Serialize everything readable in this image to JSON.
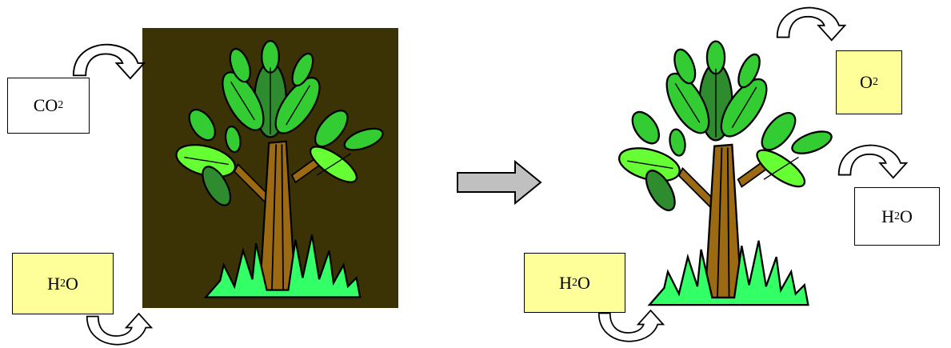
{
  "colors": {
    "dark_background": "#3b3306",
    "leaf_dark": "#2e8b2e",
    "leaf_light": "#33cc33",
    "leaf_bright": "#66ff33",
    "trunk": "#9b6a13",
    "grass": "#33ff66",
    "highlight_box": "#ffff99",
    "gray_arrow": "#c0c0c0"
  },
  "left_panel": {
    "co2_label": {
      "main": "CO",
      "sub": "2"
    },
    "h2o_label": {
      "main": "H",
      "sub": "2",
      "tail": "O"
    }
  },
  "right_panel": {
    "o2_label": {
      "main": "O",
      "sub": "2"
    },
    "h2o_out_label": {
      "main": "H",
      "sub": "2",
      "tail": "O"
    },
    "h2o_in_label": {
      "main": "H",
      "sub": "2",
      "tail": "O"
    }
  }
}
